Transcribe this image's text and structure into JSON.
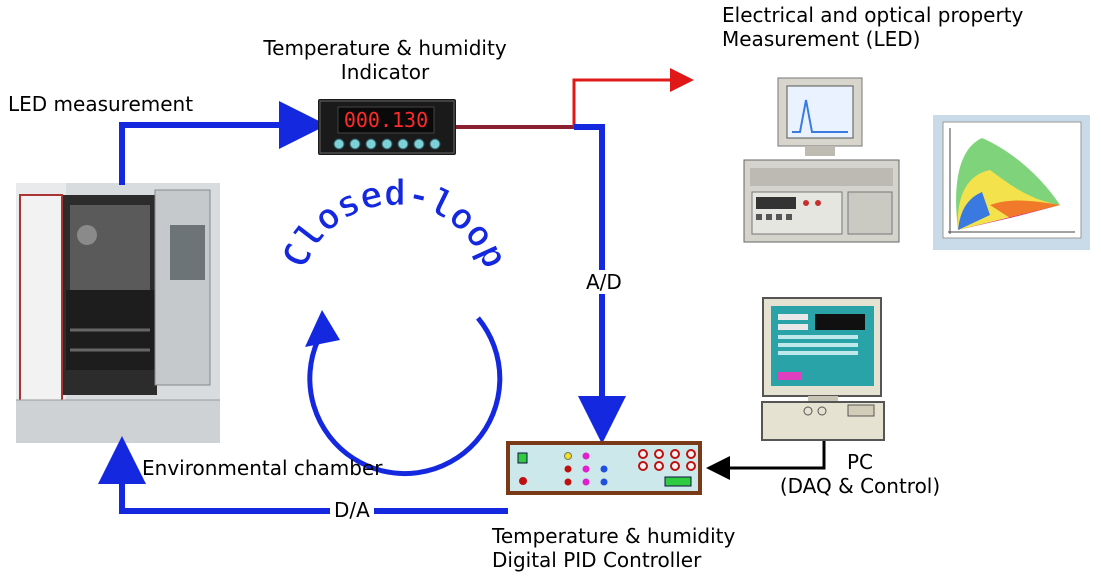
{
  "labels": {
    "led_measurement": "LED measurement",
    "indicator_line1": "Temperature & humidity",
    "indicator_line2": "Indicator",
    "measure_line1": "Electrical and optical property",
    "measure_line2": "Measurement (LED)",
    "chamber": "Environmental chamber",
    "controller_line1": "Temperature & humidity",
    "controller_line2": "Digital PID Controller",
    "pc_line1": "PC",
    "pc_line2": "(DAQ & Control)",
    "ad": "A/D",
    "da": "D/A",
    "closed_loop": "Closed-loop"
  },
  "indicator": {
    "display_value": "000.130"
  },
  "colors": {
    "flow_blue": "#1428e0",
    "signal_red": "#e01818",
    "indicator_body": "#1a1a1a",
    "display_red": "#ff2a2a",
    "controller_body": "#cde8ea",
    "controller_border": "#7a3a1a"
  }
}
